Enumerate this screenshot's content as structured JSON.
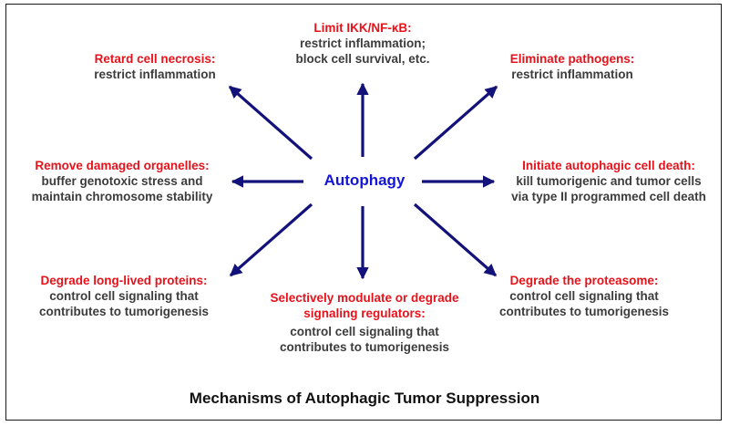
{
  "center": "Autophagy",
  "caption": "Mechanisms of Autophagic Tumor Suppression",
  "nodes": {
    "top": {
      "head": "Limit IKK/NF-κB:",
      "body1": "restrict inflammation;",
      "body2": "block cell survival, etc."
    },
    "top_left": {
      "head": "Retard cell necrosis:",
      "body1": "restrict inflammation"
    },
    "top_right": {
      "head": "Eliminate pathogens:",
      "body1": "restrict inflammation"
    },
    "left": {
      "head": "Remove damaged organelles:",
      "body1": "buffer genotoxic stress and",
      "body2": "maintain chromosome stability"
    },
    "right": {
      "head": "Initiate autophagic cell death:",
      "body1": "kill tumorigenic and tumor cells",
      "body2": "via type II programmed cell death"
    },
    "bottom_left": {
      "head": "Degrade long-lived proteins:",
      "body1": "control cell signaling that",
      "body2": "contributes to tumorigenesis"
    },
    "bottom": {
      "head": "Selectively modulate or degrade",
      "head2": "signaling regulators:",
      "body1": "control cell signaling that",
      "body2": "contributes to tumorigenesis"
    },
    "bottom_right": {
      "head": "Degrade the proteasome:",
      "body1": "control cell signaling that",
      "body2": "contributes to tumorigenesis"
    }
  },
  "colors": {
    "heading": "#e8121b",
    "body": "#3c3c3c",
    "center": "#1414d8",
    "arrow": "#12127a"
  }
}
